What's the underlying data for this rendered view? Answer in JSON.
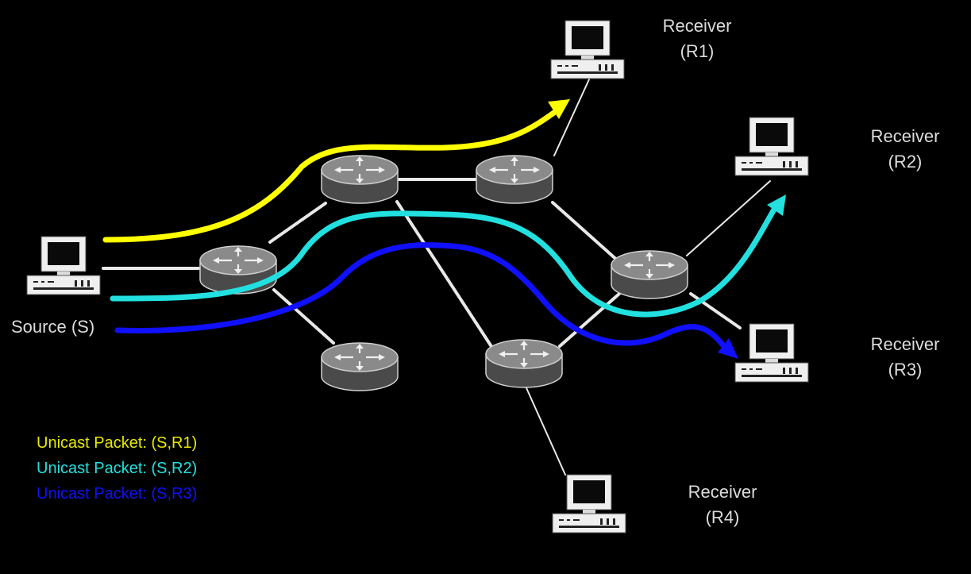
{
  "colors": {
    "background": "#000000",
    "link": "#e8e8e8",
    "router_body": "#6e6e6e",
    "yellow_path": "#ffff00",
    "cyan_path": "#22e0e0",
    "blue_path": "#1010ff"
  },
  "source": {
    "label": "Source (S)",
    "icon": "computer-icon"
  },
  "receivers": [
    {
      "id": "R1",
      "line1": "Receiver",
      "line2": "(R1)",
      "icon": "computer-icon"
    },
    {
      "id": "R2",
      "line1": "Receiver",
      "line2": "(R2)",
      "icon": "computer-icon"
    },
    {
      "id": "R3",
      "line1": "Receiver",
      "line2": "(R3)",
      "icon": "computer-icon"
    },
    {
      "id": "R4",
      "line1": "Receiver",
      "line2": "(R4)",
      "icon": "computer-icon"
    }
  ],
  "routers": {
    "count": 6,
    "icon": "router-icon"
  },
  "legend": [
    {
      "text": "Unicast Packet: (S,R1)",
      "color": "#e8e800"
    },
    {
      "text": "Unicast Packet: (S,R2)",
      "color": "#22e0e0"
    },
    {
      "text": "Unicast Packet: (S,R3)",
      "color": "#1010ff"
    }
  ]
}
